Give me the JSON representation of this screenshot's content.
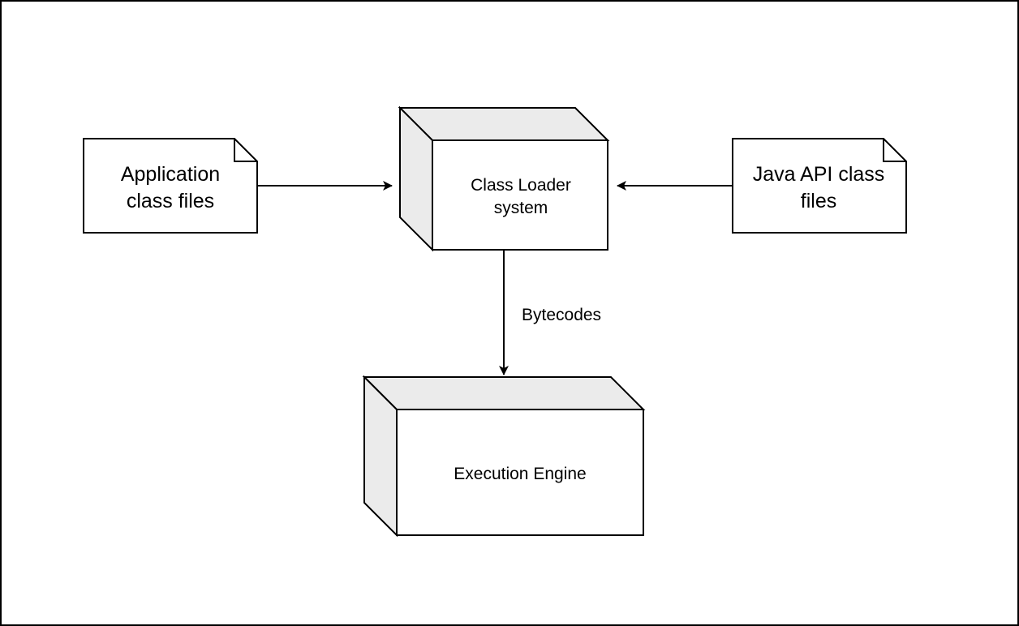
{
  "diagram": {
    "nodes": {
      "app_files": {
        "lines": [
          "Application",
          "class files"
        ]
      },
      "java_api_files": {
        "lines": [
          "Java API class",
          "files"
        ]
      },
      "class_loader": {
        "lines": [
          "Class Loader",
          "system"
        ]
      },
      "execution_engine": {
        "lines": [
          "Execution Engine"
        ]
      }
    },
    "edges": {
      "bytecodes_label": "Bytecodes"
    }
  },
  "colors": {
    "stroke": "#000000",
    "fill": "#ffffff",
    "cube_face": "#ebebeb"
  }
}
